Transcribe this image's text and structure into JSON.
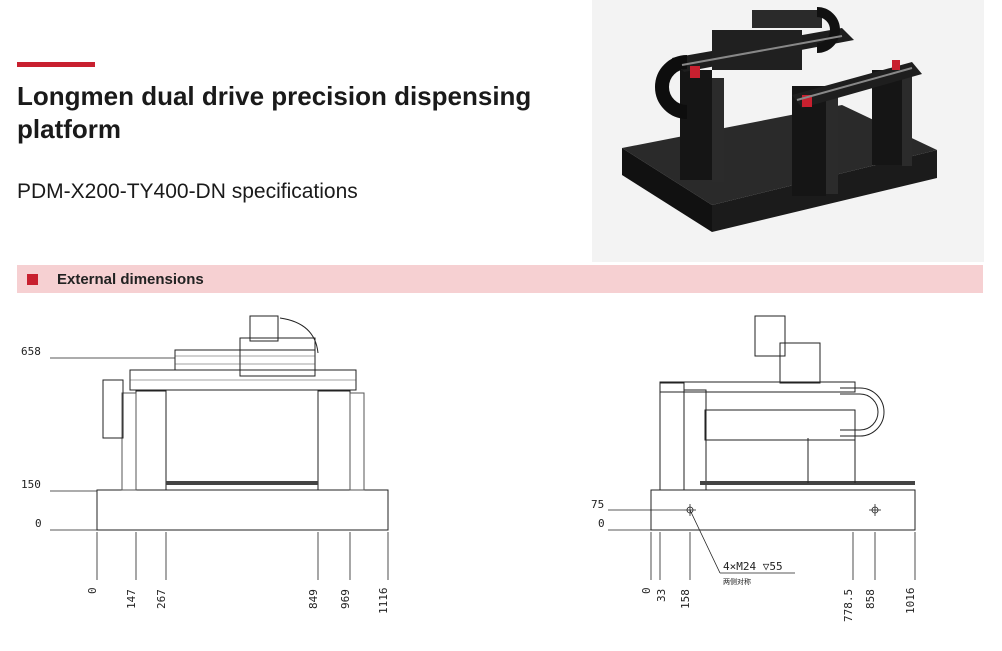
{
  "header": {
    "title": "Longmen dual drive precision dispensing platform",
    "subtitle": "PDM-X200-TY400-DN specifications"
  },
  "section": {
    "label": "External dimensions"
  },
  "colors": {
    "accent": "#c8202f",
    "section_bg": "#f6d0d2"
  },
  "front_view": {
    "height_labels": [
      "658",
      "150",
      "0"
    ],
    "width_labels": [
      "0",
      "147",
      "267",
      "849",
      "969",
      "1116"
    ]
  },
  "side_view": {
    "height_labels": [
      "75",
      "0"
    ],
    "width_labels": [
      "0",
      "33",
      "158",
      "778.5",
      "858",
      "1016"
    ],
    "hole_note": "4×M24 ▽55",
    "hole_subnote": "两侧对称"
  }
}
